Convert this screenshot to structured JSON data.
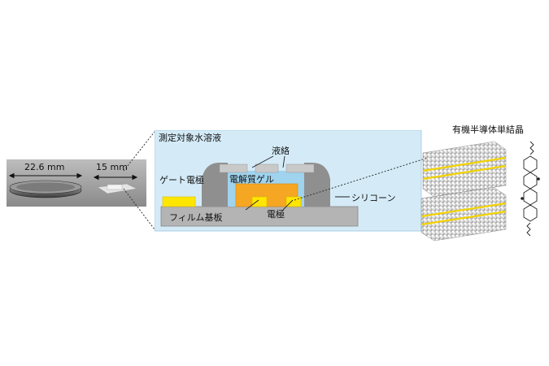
{
  "photo": {
    "coin_label": "22.6 mm",
    "device_label": "15 mm"
  },
  "schematic": {
    "title": "測定対象水溶液",
    "liquid_contact_label": "液絡",
    "gate_electrode_label": "ゲート電極",
    "electrolyte_gel_label": "電解質ゲル",
    "silicone_label": "シリコーン",
    "electrode_label": "電極",
    "film_substrate_label": "フィルム基板",
    "colors": {
      "solution_bg": "#d4ebf7",
      "silicone": "#8f8f8f",
      "cap": "#c9c9c9",
      "gel": "#9fd3ee",
      "orange_layer": "#f5a623",
      "electrode_yellow": "#ffe600",
      "substrate": "#b4b4b4"
    }
  },
  "crystal": {
    "title": "有機半導体単結晶"
  }
}
